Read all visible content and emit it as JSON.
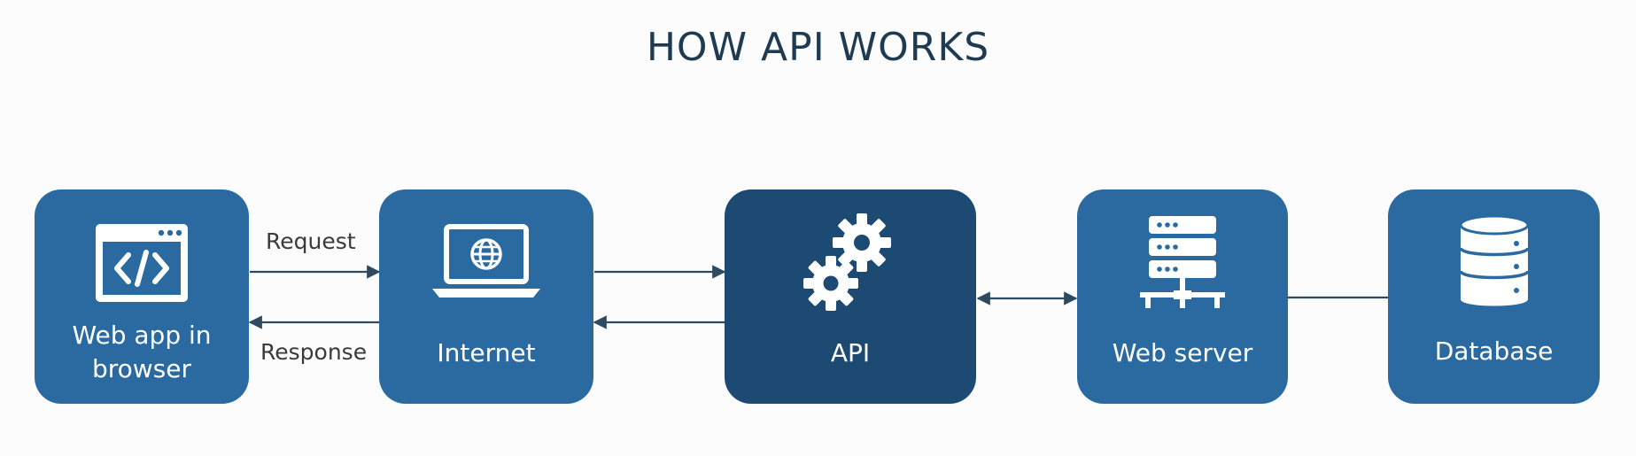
{
  "title": "HOW API WORKS",
  "nodes": [
    {
      "label_line1": "Web app in",
      "label_line2": "browser",
      "icon": "code-window-icon"
    },
    {
      "label": "Internet",
      "icon": "laptop-globe-icon"
    },
    {
      "label": "API",
      "icon": "gears-icon"
    },
    {
      "label": "Web server",
      "icon": "server-icon"
    },
    {
      "label": "Database",
      "icon": "database-icon"
    }
  ],
  "edges": {
    "request_label": "Request",
    "response_label": "Response"
  },
  "colors": {
    "node": "#2a6aa0",
    "api_node": "#1c4a73",
    "title": "#1f3b52",
    "line": "#2e4a60"
  }
}
